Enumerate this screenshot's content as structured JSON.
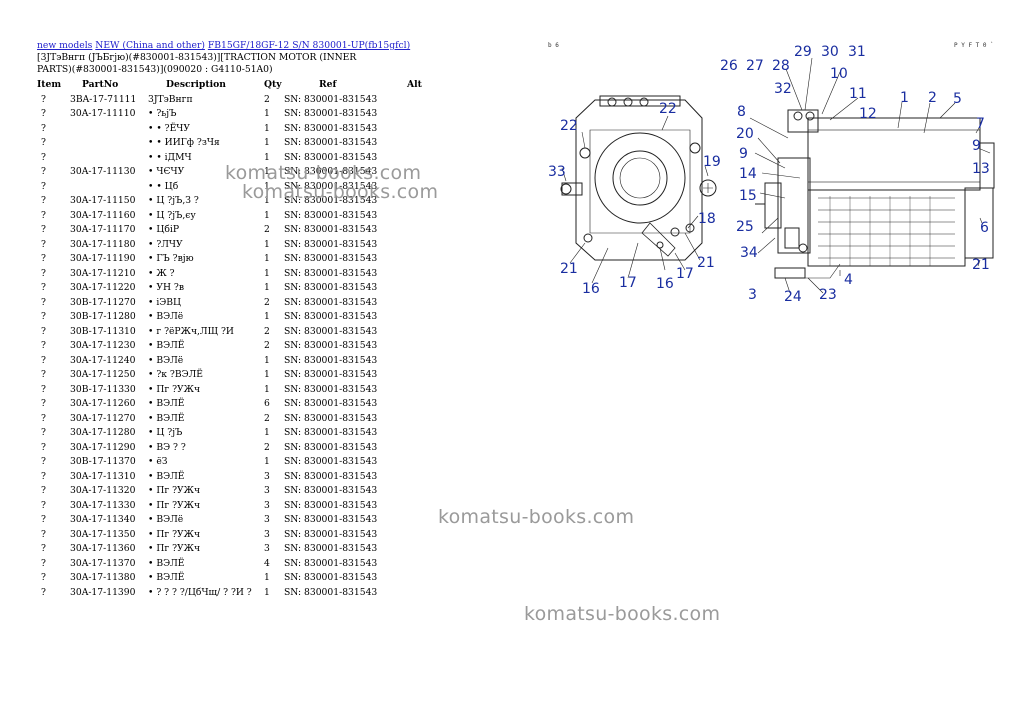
{
  "breadcrumb": {
    "link1": "new models",
    "link2": "NEW (China and other)",
    "link3": "FB15GF/18GF-12 S/N 830001-UP(fb15gfcl)"
  },
  "page_title": "[3JТэВнгп (JЪБгjю)(#830001-831543)][TRACTION MOTOR (INNER PARTS)(#830001-831543)](090020 : G4110-51A0)",
  "table": {
    "headers": {
      "item": "Item",
      "partno": "PartNo",
      "description": "Description",
      "qty": "Qty",
      "ref": "Ref",
      "alt": "Alt"
    },
    "rows": [
      {
        "item": "?",
        "partno": "3BA-17-71111",
        "description": "3JТэВнгп",
        "qty": "2",
        "ref": "SN: 830001-831543"
      },
      {
        "item": "?",
        "partno": "30A-17-11110",
        "description": "• ?ьjЪ",
        "qty": "1",
        "ref": "SN: 830001-831543"
      },
      {
        "item": "?",
        "partno": "",
        "description": "• • ?ЁЧУ",
        "qty": "1",
        "ref": "SN: 830001-831543"
      },
      {
        "item": "?",
        "partno": "",
        "description": "• • ИИГф ?зЧя",
        "qty": "1",
        "ref": "SN: 830001-831543"
      },
      {
        "item": "?",
        "partno": "",
        "description": "• • iДМЧ",
        "qty": "1",
        "ref": "SN: 830001-831543"
      },
      {
        "item": "?",
        "partno": "30A-17-11130",
        "description": "• ЧЄЧУ",
        "qty": "1",
        "ref": "SN: 830001-831543"
      },
      {
        "item": "?",
        "partno": "",
        "description": "• • Цб",
        "qty": "1",
        "ref": "SN: 830001-831543"
      },
      {
        "item": "?",
        "partno": "30A-17-11150",
        "description": "• Ц ?jЪ,З ?",
        "qty": "1",
        "ref": "SN: 830001-831543"
      },
      {
        "item": "?",
        "partno": "30A-17-11160",
        "description": "• Ц ?jЪ,єу",
        "qty": "1",
        "ref": "SN: 830001-831543"
      },
      {
        "item": "?",
        "partno": "30A-17-11170",
        "description": "• ЦбiР",
        "qty": "2",
        "ref": "SN: 830001-831543"
      },
      {
        "item": "?",
        "partno": "30A-17-11180",
        "description": "• ?ЛЧУ",
        "qty": "1",
        "ref": "SN: 830001-831543"
      },
      {
        "item": "?",
        "partno": "30A-17-11190",
        "description": "• ГЪ ?вjю",
        "qty": "1",
        "ref": "SN: 830001-831543"
      },
      {
        "item": "?",
        "partno": "30A-17-11210",
        "description": "• Ж ?",
        "qty": "1",
        "ref": "SN: 830001-831543"
      },
      {
        "item": "?",
        "partno": "30A-17-11220",
        "description": "• УН ?в",
        "qty": "1",
        "ref": "SN: 830001-831543"
      },
      {
        "item": "?",
        "partno": "30B-17-11270",
        "description": "• iЭВЦ",
        "qty": "2",
        "ref": "SN: 830001-831543"
      },
      {
        "item": "?",
        "partno": "30B-17-11280",
        "description": "• ВЭЛё",
        "qty": "1",
        "ref": "SN: 830001-831543"
      },
      {
        "item": "?",
        "partno": "30B-17-11310",
        "description": "• г ?ёРЖч,ЛЩ ?И",
        "qty": "2",
        "ref": "SN: 830001-831543"
      },
      {
        "item": "?",
        "partno": "30A-17-11230",
        "description": "• ВЭЛЁ",
        "qty": "2",
        "ref": "SN: 830001-831543"
      },
      {
        "item": "?",
        "partno": "30A-17-11240",
        "description": "• ВЭЛё",
        "qty": "1",
        "ref": "SN: 830001-831543"
      },
      {
        "item": "?",
        "partno": "30A-17-11250",
        "description": "• ?к ?ВЭЛЁ",
        "qty": "1",
        "ref": "SN: 830001-831543"
      },
      {
        "item": "?",
        "partno": "30B-17-11330",
        "description": "• Пг ?УЖч",
        "qty": "1",
        "ref": "SN: 830001-831543"
      },
      {
        "item": "?",
        "partno": "30A-17-11260",
        "description": "• ВЭЛЁ",
        "qty": "6",
        "ref": "SN: 830001-831543"
      },
      {
        "item": "?",
        "partno": "30A-17-11270",
        "description": "• ВЭЛЁ",
        "qty": "2",
        "ref": "SN: 830001-831543"
      },
      {
        "item": "?",
        "partno": "30A-17-11280",
        "description": "• Ц ?jЪ",
        "qty": "1",
        "ref": "SN: 830001-831543"
      },
      {
        "item": "?",
        "partno": "30A-17-11290",
        "description": "• ВЭ ? ?",
        "qty": "2",
        "ref": "SN: 830001-831543"
      },
      {
        "item": "?",
        "partno": "30B-17-11370",
        "description": "• ёЗ",
        "qty": "1",
        "ref": "SN: 830001-831543"
      },
      {
        "item": "?",
        "partno": "30A-17-11310",
        "description": "• ВЭЛЁ",
        "qty": "3",
        "ref": "SN: 830001-831543"
      },
      {
        "item": "?",
        "partno": "30A-17-11320",
        "description": "• Пг ?УЖч",
        "qty": "3",
        "ref": "SN: 830001-831543"
      },
      {
        "item": "?",
        "partno": "30A-17-11330",
        "description": "• Пг ?УЖч",
        "qty": "3",
        "ref": "SN: 830001-831543"
      },
      {
        "item": "?",
        "partno": "30A-17-11340",
        "description": "• ВЭЛё",
        "qty": "3",
        "ref": "SN: 830001-831543"
      },
      {
        "item": "?",
        "partno": "30A-17-11350",
        "description": "• Пг ?УЖч",
        "qty": "3",
        "ref": "SN: 830001-831543"
      },
      {
        "item": "?",
        "partno": "30A-17-11360",
        "description": "• Пг ?УЖч",
        "qty": "3",
        "ref": "SN: 830001-831543"
      },
      {
        "item": "?",
        "partno": "30A-17-11370",
        "description": "• ВЭЛЁ",
        "qty": "4",
        "ref": "SN: 830001-831543"
      },
      {
        "item": "?",
        "partno": "30A-17-11380",
        "description": "• ВЭЛЁ",
        "qty": "1",
        "ref": "SN: 830001-831543"
      },
      {
        "item": "?",
        "partno": "30A-17-11390",
        "description": "• ? ? ? ?/ЦбЧщ/ ? ?И ?",
        "qty": "1",
        "ref": "SN: 830001-831543"
      }
    ]
  },
  "watermark_text": "komatsu-books.com",
  "diagram": {
    "corner_left": "b 6",
    "corner_right": "P Y F T 0 `",
    "callout_color": "#1a2ea0",
    "callouts": {
      "c22a": "22",
      "c22b": "22",
      "c33": "33",
      "c19": "19",
      "c18": "18",
      "c21a": "21",
      "c21b": "21",
      "c16a": "16",
      "c17a": "17",
      "c16b": "16",
      "c17b": "17",
      "c26": "26",
      "c27": "27",
      "c28": "28",
      "c29": "29",
      "c30": "30",
      "c31": "31",
      "c10": "10",
      "c8": "8",
      "c32": "32",
      "c11": "11",
      "c12": "12",
      "c1": "1",
      "c2": "2",
      "c5": "5",
      "c7": "7",
      "c20": "20",
      "c9a": "9",
      "c9b": "9",
      "c13": "13",
      "c14": "14",
      "c15": "15",
      "c25": "25",
      "c34": "34",
      "c6": "6",
      "c4": "4",
      "c21c": "21",
      "c3": "3",
      "c24": "24",
      "c23": "23"
    }
  }
}
